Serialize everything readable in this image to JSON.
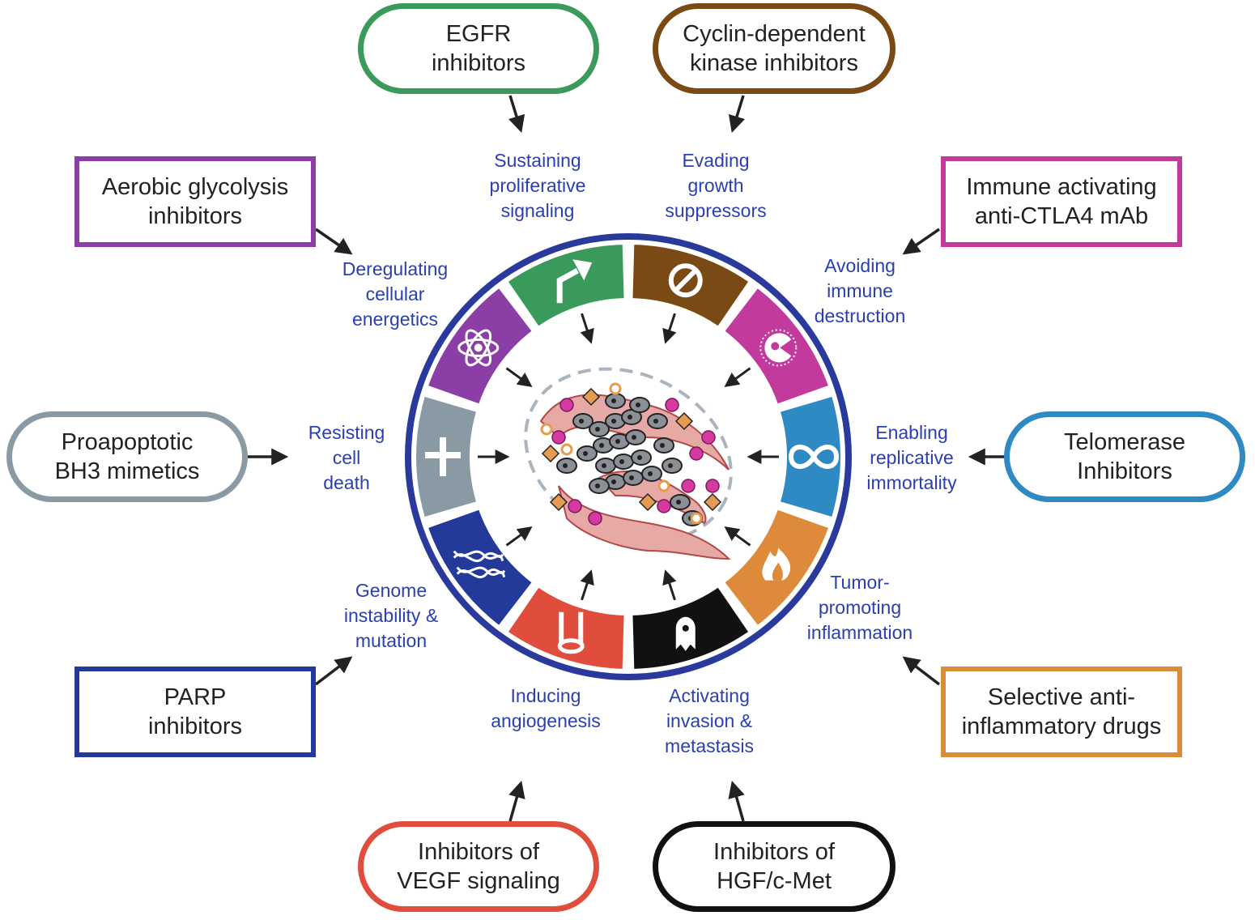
{
  "hallmarks": [
    {
      "id": "proliferative",
      "lines": [
        "Sustaining",
        "proliferative",
        "signaling"
      ],
      "color": "#3a9a5b",
      "icon": "arrow-up-right-icon"
    },
    {
      "id": "growth",
      "lines": [
        "Evading",
        "growth",
        "suppressors"
      ],
      "color": "#7a4a14",
      "icon": "prohibited-icon"
    },
    {
      "id": "immune",
      "lines": [
        "Avoiding",
        "immune",
        "destruction"
      ],
      "color": "#c23a9c",
      "icon": "pacman-cell-icon"
    },
    {
      "id": "replicative",
      "lines": [
        "Enabling",
        "replicative",
        "immortality"
      ],
      "color": "#2f8ac4",
      "icon": "infinity-icon"
    },
    {
      "id": "inflammation",
      "lines": [
        "Tumor-",
        "promoting",
        "inflammation"
      ],
      "color": "#dd8a3a",
      "icon": "flame-icon"
    },
    {
      "id": "invasion",
      "lines": [
        "Activating",
        "invasion &",
        "metastasis"
      ],
      "color": "#111111",
      "icon": "ghost-cell-icon"
    },
    {
      "id": "angiogenesis",
      "lines": [
        "Inducing",
        "angiogenesis"
      ],
      "color": "#e14d3c",
      "icon": "vessel-icon"
    },
    {
      "id": "genome",
      "lines": [
        "Genome",
        "instability &",
        "mutation"
      ],
      "color": "#233a9a",
      "icon": "dna-icon"
    },
    {
      "id": "death",
      "lines": [
        "Resisting",
        "cell",
        "death"
      ],
      "color": "#8a9aa4",
      "icon": "cross-icon"
    },
    {
      "id": "energetics",
      "lines": [
        "Deregulating",
        "cellular",
        "energetics"
      ],
      "color": "#8a3ea6",
      "icon": "atom-icon"
    }
  ],
  "therapies": [
    {
      "id": "egfr",
      "lines": [
        "EGFR",
        "inhibitors"
      ],
      "color": "#3a9a5b",
      "shape": "pill"
    },
    {
      "id": "cdk",
      "lines": [
        "Cyclin-dependent",
        "kinase inhibitors"
      ],
      "color": "#7a4a14",
      "shape": "pill"
    },
    {
      "id": "ctla4",
      "lines": [
        "Immune activating",
        "anti-CTLA4 mAb"
      ],
      "color": "#c23a9c",
      "shape": "rect"
    },
    {
      "id": "telomerase",
      "lines": [
        "Telomerase",
        "Inhibitors"
      ],
      "color": "#2f8ac4",
      "shape": "pill"
    },
    {
      "id": "antiinflammatory",
      "lines": [
        "Selective anti-",
        "inflammatory drugs"
      ],
      "color": "#dd8a3a",
      "shape": "rect"
    },
    {
      "id": "hgf",
      "lines": [
        "Inhibitors of",
        "HGF/c-Met"
      ],
      "color": "#111111",
      "shape": "pill"
    },
    {
      "id": "vegf",
      "lines": [
        "Inhibitors of",
        "VEGF signaling"
      ],
      "color": "#e14d3c",
      "shape": "pill"
    },
    {
      "id": "parp",
      "lines": [
        "PARP",
        "inhibitors"
      ],
      "color": "#233a9a",
      "shape": "rect"
    },
    {
      "id": "bh3",
      "lines": [
        "Proapoptotic",
        "BH3 mimetics"
      ],
      "color": "#8a9aa4",
      "shape": "pill"
    },
    {
      "id": "glycolysis",
      "lines": [
        "Aerobic glycolysis",
        "inhibitors"
      ],
      "color": "#8a3ea6",
      "shape": "rect"
    }
  ],
  "colors": {
    "ring": "#2a3a9c",
    "hallmark_text": "#2a3fb0",
    "arrow": "#222222",
    "tumor_boundary": "#a9b4bf"
  },
  "center_icon": "tumor-cells-illustration"
}
